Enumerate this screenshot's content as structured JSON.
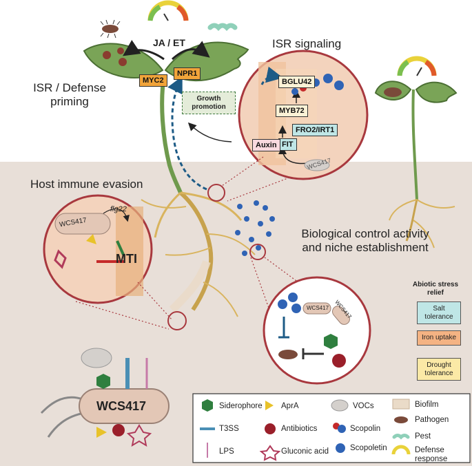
{
  "top_left_label": "JA / ET",
  "isr_defense_label": "ISR / Defense priming",
  "isr_signaling_label": "ISR signaling",
  "host_immune_label": "Host immune evasion",
  "biocontrol_label": "Biological control activity and niche establishment",
  "growth_promotion_label": "Growth promotion",
  "gene_tags": {
    "myc2": "MYC2",
    "npr1": "NPR1",
    "bglu42": "BGLU42",
    "myb72": "MYB72",
    "fro2": "FRO2/IRT1",
    "fit": "FIT",
    "auxin": "Auxin"
  },
  "immune_labels": {
    "wcs": "WCS417",
    "flg22": "flg22",
    "mti": "MTI"
  },
  "strain_label": "WCS417",
  "abiotic": {
    "title": "Abiotic stress relief",
    "items": [
      "Salt tolerance",
      "Iron uptake",
      "Drought tolerance"
    ],
    "colors": [
      "#bfe6e6",
      "#f4b383",
      "#fbe9a6"
    ]
  },
  "legend": {
    "col1": [
      "Siderophore",
      "T3SS",
      "LPS"
    ],
    "col2": [
      "AprA",
      "Antibiotics",
      "Gluconic acid"
    ],
    "col3": [
      "VOCs",
      "Scopolin",
      "Scopoletin"
    ],
    "col4": [
      "Biofilm",
      "Pathogen",
      "Pest",
      "Defense response"
    ]
  },
  "colors": {
    "soil": "#e8dfd8",
    "leaf": "#7aa457",
    "circle_border": "#a8383e",
    "tag_orange": "#f1a43a",
    "scopoletin_blue": "#2f63b5",
    "arrow_blue": "#1d5b86",
    "siderophore_green": "#2f7f3f",
    "antibiotic_red": "#9a1f2a"
  }
}
